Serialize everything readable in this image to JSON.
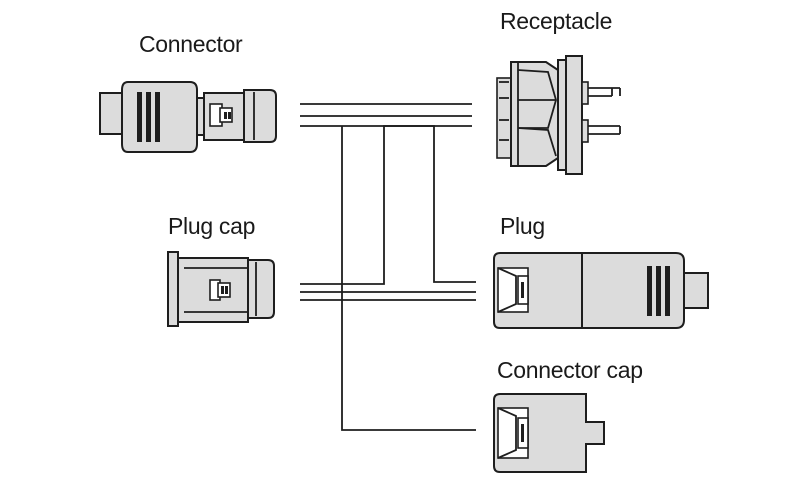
{
  "labels": {
    "connector": "Connector",
    "plug_cap": "Plug cap",
    "receptacle": "Receptacle",
    "plug": "Plug",
    "connector_cap": "Connector cap"
  }
}
